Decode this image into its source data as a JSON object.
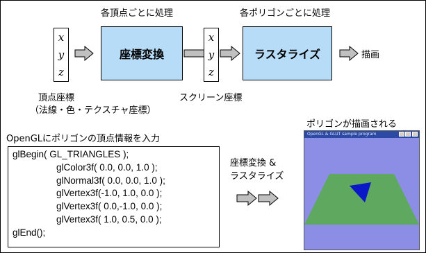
{
  "labels": {
    "per_vertex": "各頂点ごとに処理",
    "per_polygon": "各ポリゴンごとに処理",
    "stage1": "座標変換",
    "stage2": "ラスタライズ",
    "draw": "描画",
    "vertex_coords": "頂点座標",
    "vertex_attrs": "（法線・色・テクスチャ座標）",
    "screen_coords": "スクリーン座標",
    "input_caption": "OpenGLにポリゴンの頂点情報を入力",
    "result_caption": "ポリゴンが描画される",
    "transform_caption_1": "座標変換 &",
    "transform_caption_2": "ラスタライズ"
  },
  "coord_vars": [
    "x",
    "y",
    "z"
  ],
  "code_lines": [
    {
      "indent": 0,
      "text": "glBegin( GL_TRIANGLES );"
    },
    {
      "indent": 1,
      "text": "glColor3f( 0.0, 0.0, 1.0 );"
    },
    {
      "indent": 1,
      "text": "glNormal3f( 0.0, 0.0, 1.0 );"
    },
    {
      "indent": 1,
      "text": "glVertex3f(-1.0, 1.0, 0.0 );"
    },
    {
      "indent": 1,
      "text": "glVertex3f( 0.0,-1.0, 0.0 );"
    },
    {
      "indent": 1,
      "text": "glVertex3f( 1.0, 0.5, 0.0 );"
    },
    {
      "indent": 0,
      "text": "glEnd();"
    }
  ],
  "window": {
    "title": "OpenGL & GLUT sample program"
  },
  "colors": {
    "stage_fill": "#b7dcf7",
    "arrow_fill": "#c0c0c0",
    "window_bg": "#8c8ee6",
    "floor": "#5fa85f",
    "triangle": "#0a18c8"
  }
}
